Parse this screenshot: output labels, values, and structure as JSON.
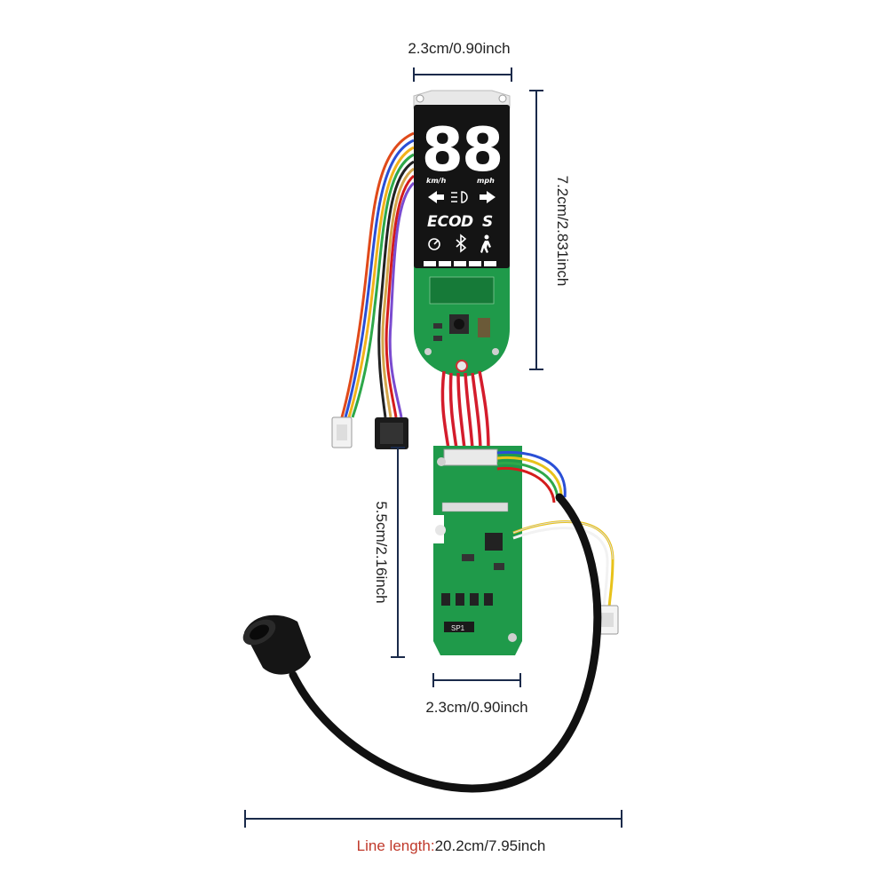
{
  "dimensions": {
    "display_width": "2.3cm/0.90inch",
    "display_height": "7.2cm/2.831inch",
    "controller_height": "5.5cm/2.16inch",
    "controller_width": "2.3cm/0.90inch",
    "line_length_label": "Line length:",
    "line_length_value": "20.2cm/7.95inch"
  },
  "display": {
    "speed_digits": "88",
    "unit_left": "km/h",
    "unit_right": "mph",
    "mode_eco": "ECO",
    "mode_d": "D",
    "mode_s": "S"
  },
  "pcb_labels": {
    "silkscreen": "SP1"
  },
  "colors": {
    "pcb": "#1f9a4a",
    "pcb_dark": "#167a38",
    "display_panel": "#141414",
    "dimension_line": "#1a2a4a",
    "label_red": "#c0392b",
    "cable": "#111111"
  }
}
